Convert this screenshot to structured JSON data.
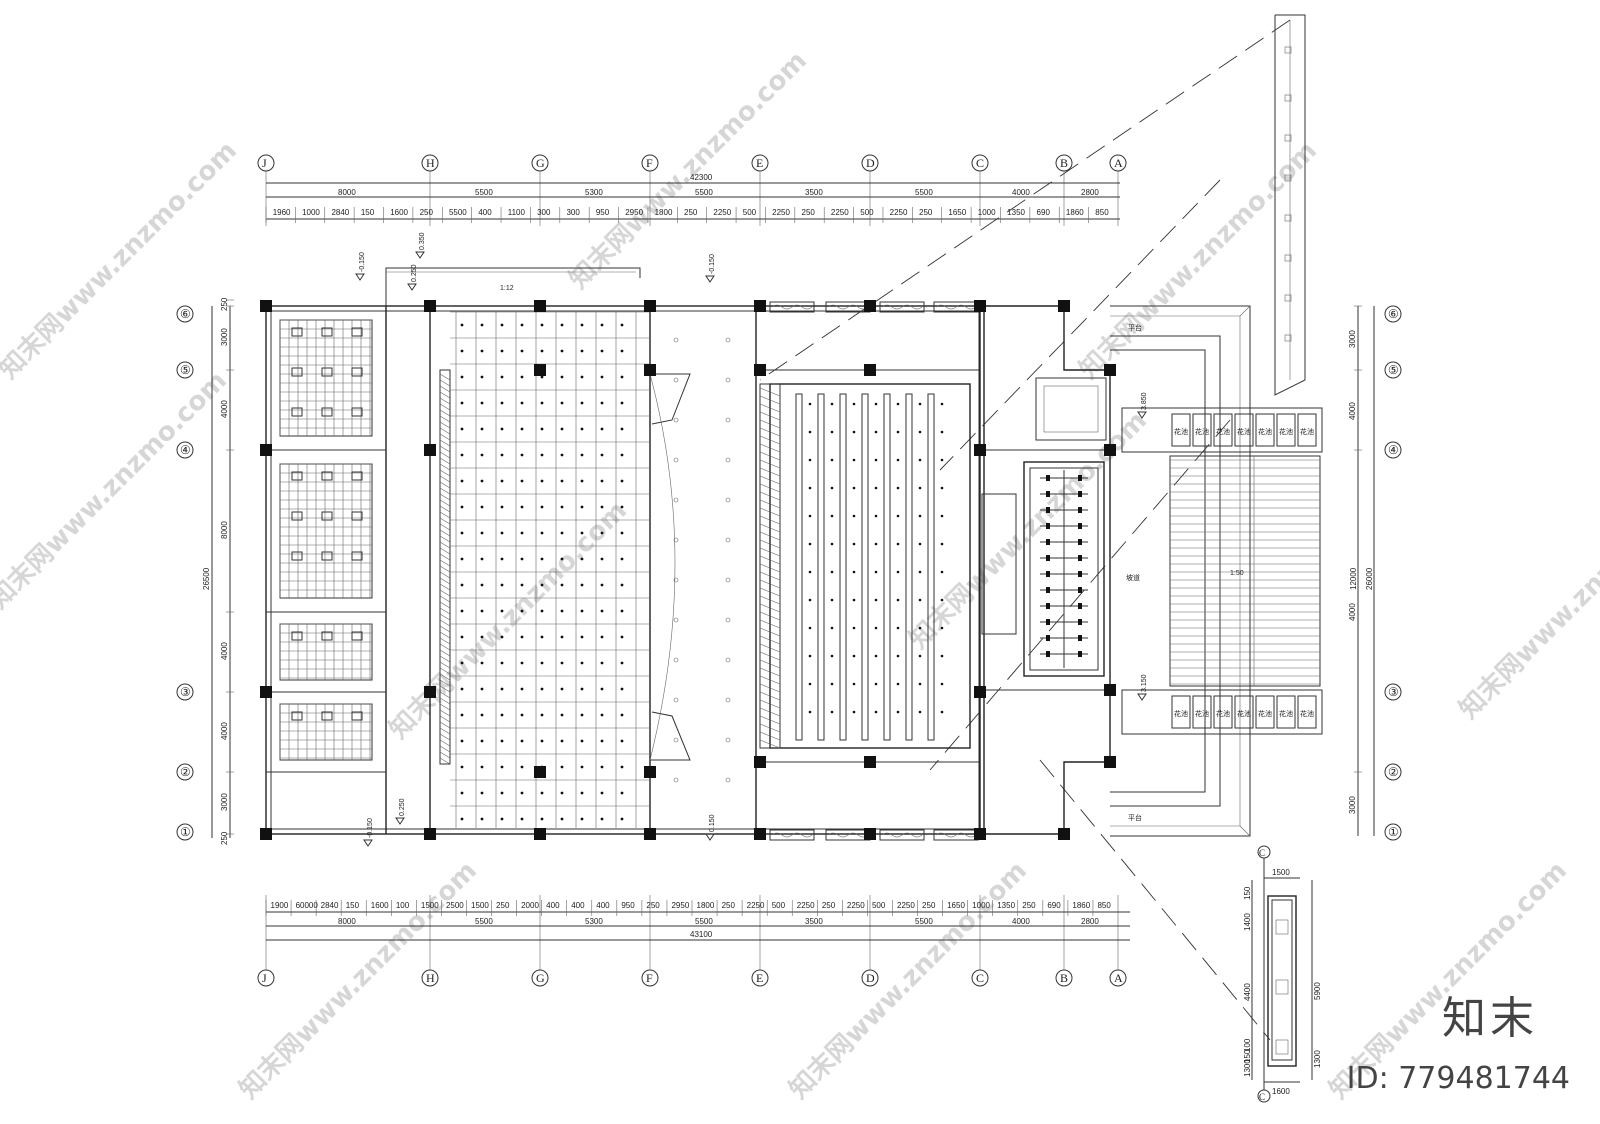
{
  "axes_x": [
    "J",
    "H",
    "G",
    "F",
    "E",
    "D",
    "C",
    "B",
    "A"
  ],
  "axes_y": [
    "⑥",
    "⑤",
    "④",
    "③",
    "②",
    "①"
  ],
  "top_total": "42300",
  "bottom_total": "43100",
  "top_primary": [
    "8000",
    "5500",
    "5300",
    "5500",
    "3500",
    "5500",
    "4000",
    "2800"
  ],
  "top_secondary": [
    "1960",
    "1000",
    "2840",
    "150",
    "1600",
    "250",
    "5500",
    "400",
    "1100",
    "300",
    "300",
    "950",
    "2950",
    "1800",
    "250",
    "2250",
    "500",
    "2250",
    "250",
    "2250",
    "500",
    "2250",
    "250",
    "1650",
    "1000",
    "1350",
    "690",
    "1860",
    "850"
  ],
  "bottom_secondary": [
    "1900",
    "60000",
    "2840",
    "150",
    "1600",
    "100",
    "1500",
    "2500",
    "1500",
    "250",
    "2000",
    "400",
    "400",
    "400",
    "950",
    "250",
    "2950",
    "1800",
    "250",
    "2250",
    "500",
    "2250",
    "250",
    "2250",
    "500",
    "2250",
    "250",
    "1650",
    "1000",
    "1350",
    "250",
    "690",
    "1860",
    "850"
  ],
  "bottom_primary": [
    "8000",
    "5500",
    "5300",
    "5500",
    "3500",
    "5500",
    "4000",
    "2800"
  ],
  "left_total": "26500",
  "left_dims": [
    "250",
    "3000",
    "4000",
    "8000",
    "4000",
    "4000",
    "3000",
    "250"
  ],
  "right_total": "26000",
  "right_mid": "12000",
  "right_dims": [
    "3000",
    "4000",
    "4000",
    "3000"
  ],
  "labels": {
    "flower": "花池",
    "ramp": "坡道",
    "platform": "平台",
    "slope": "1:12",
    "slope2": "1:50"
  },
  "levels": [
    "-0.150",
    "0.250",
    "0.350",
    "-0.150",
    "0.150",
    "0.250",
    "3.850",
    "3.150",
    "-0.150"
  ],
  "detail": {
    "axis": "C",
    "width_top": "1500",
    "width_bottom": "1600",
    "height_total": "5900",
    "segments": [
      "150",
      "1400",
      "4400",
      "100",
      "150",
      "1300"
    ],
    "segment_right": "1300"
  },
  "watermark": "知末网www.znzmo.com",
  "logo": "知末",
  "id_text": "ID: 779481744"
}
